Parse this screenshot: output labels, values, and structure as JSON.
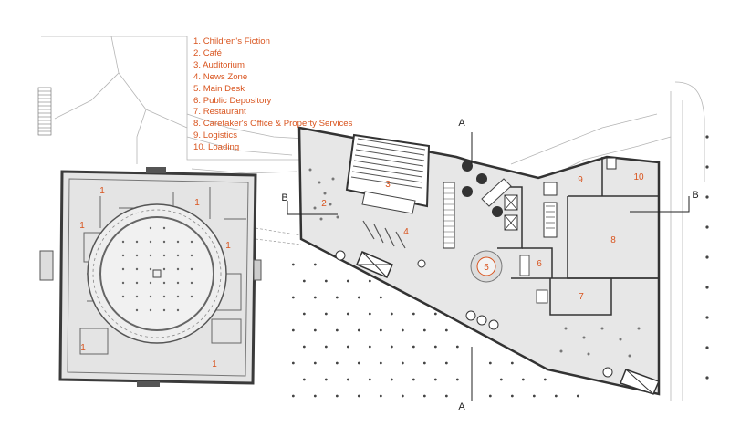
{
  "legend": [
    {
      "number": "1.",
      "name": "Children's Fiction"
    },
    {
      "number": "2.",
      "name": "Café"
    },
    {
      "number": "3.",
      "name": "Auditorium"
    },
    {
      "number": "4.",
      "name": "News Zone"
    },
    {
      "number": "5.",
      "name": "Main Desk"
    },
    {
      "number": "6.",
      "name": "Public Depository"
    },
    {
      "number": "7.",
      "name": "Restaurant"
    },
    {
      "number": "8.",
      "name": "Caretaker's Office & Property Services"
    },
    {
      "number": "9.",
      "name": "Logistics"
    },
    {
      "number": "10.",
      "name": "Loading"
    }
  ],
  "room_numbers": [
    "1",
    "2",
    "3",
    "4",
    "5",
    "6",
    "7",
    "8",
    "9",
    "10"
  ],
  "section_markers": {
    "a": "A",
    "b": "B"
  },
  "colors": {
    "label": "#d9541e",
    "floor": "#e6e6e6",
    "wall": "#444444",
    "line": "#9a9a9a"
  }
}
